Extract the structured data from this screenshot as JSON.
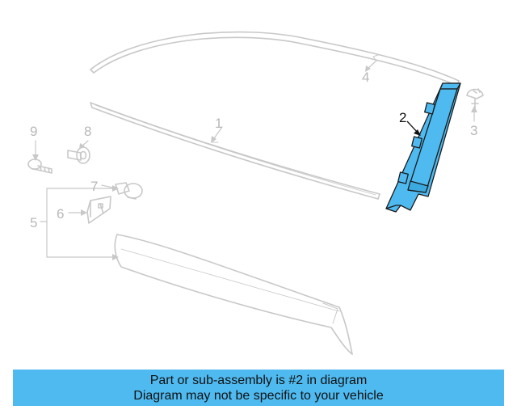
{
  "diagram": {
    "callouts": {
      "c1": "1",
      "c2": "2",
      "c3": "3",
      "c4": "4",
      "c5": "5",
      "c6": "6",
      "c7": "7",
      "c8": "8",
      "c9": "9"
    },
    "highlight_color": "#4fbaf0",
    "line_color": "#c8c8c8"
  },
  "banner": {
    "line1": "Part or sub-assembly is #2 in diagram",
    "line2": "Diagram may not be specific to your vehicle",
    "color": "#4fbaf0"
  }
}
